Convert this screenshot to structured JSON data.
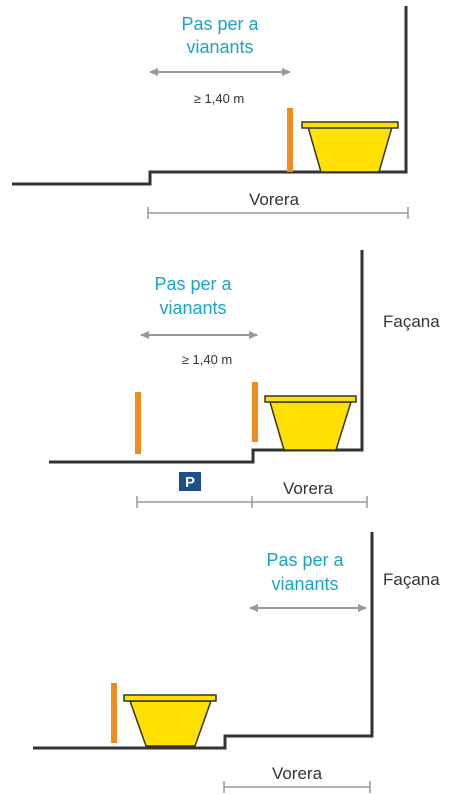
{
  "panels": [
    {
      "pedestrian_label_line1": "Pas per a",
      "pedestrian_label_line2": "vianants",
      "min_width": "≥ 1,40 m",
      "sidewalk_label": "Vorera",
      "facade_label": ""
    },
    {
      "pedestrian_label_line1": "Pas per a",
      "pedestrian_label_line2": "vianants",
      "min_width": "≥ 1,40 m",
      "sidewalk_label": "Vorera",
      "facade_label": "Façana",
      "parking_sign": "P"
    },
    {
      "pedestrian_label_line1": "Pas per a",
      "pedestrian_label_line2": "vianants",
      "sidewalk_label": "Vorera",
      "facade_label": "Façana"
    }
  ],
  "colors": {
    "label": "#1aa3c8",
    "post": "#f08c1e",
    "planter": "#ffe000",
    "planter_stroke": "#333333",
    "line": "#333333",
    "arrow": "#999999",
    "parking": "#1f4e8c"
  }
}
